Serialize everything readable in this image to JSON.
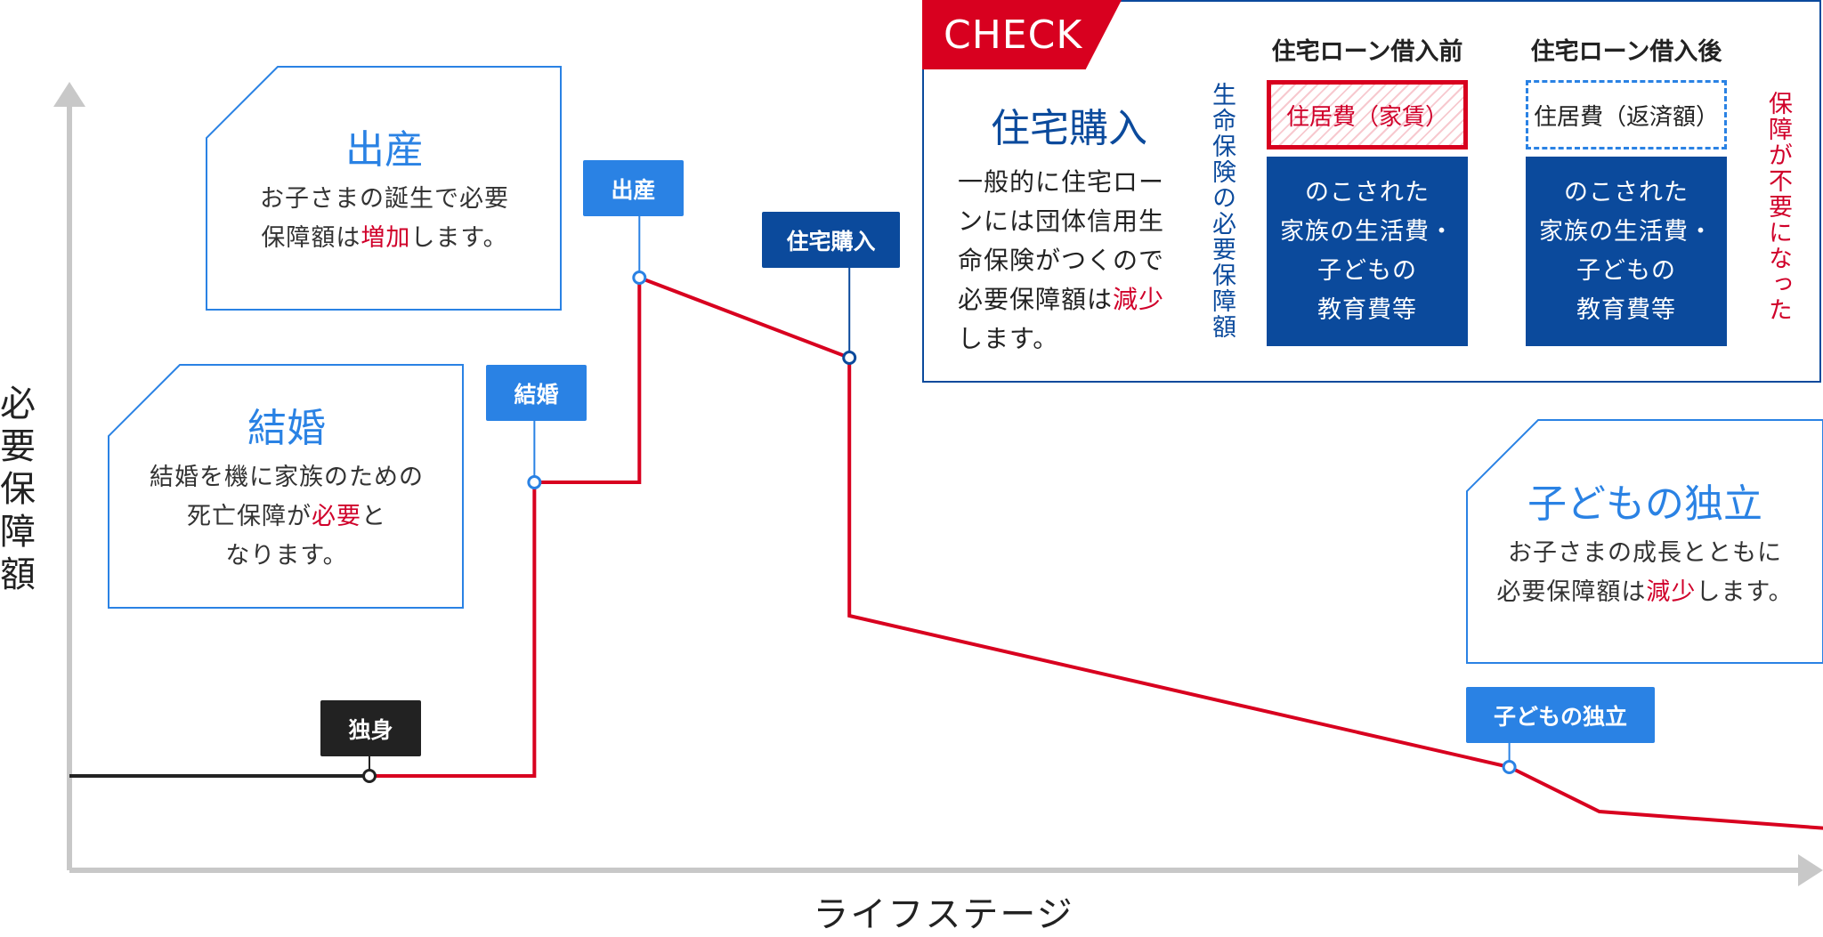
{
  "chart_data": {
    "type": "line",
    "ylabel": "必要保障額",
    "xlabel": "ライフステージ",
    "series": [
      {
        "points": [
          [
            0,
            0.0
          ],
          [
            1,
            0.0
          ],
          [
            1.55,
            0.0
          ],
          [
            1.55,
            0.33
          ],
          [
            1.9,
            0.33
          ],
          [
            1.9,
            0.56
          ],
          [
            2.6,
            0.47
          ],
          [
            2.6,
            0.18
          ],
          [
            4.8,
            0.01
          ],
          [
            5.1,
            -0.04
          ],
          [
            5.9,
            -0.06
          ]
        ]
      }
    ],
    "events": [
      {
        "label": "独身",
        "x": 1
      },
      {
        "label": "結婚",
        "x": 1.55
      },
      {
        "label": "出産",
        "x": 1.9
      },
      {
        "label": "住宅購入",
        "x": 2.6
      },
      {
        "label": "子どもの独立",
        "x": 4.8
      }
    ]
  },
  "callouts": {
    "marriage": {
      "title": "結婚",
      "body1": "結婚を機に家族のための",
      "body2a": "死亡保障が",
      "body2b": "必要",
      "body2c": "と",
      "body3": "なります。"
    },
    "birth": {
      "title": "出産",
      "body1": "お子さまの誕生で必要",
      "body2a": "保障額は",
      "body2b": "増加",
      "body2c": "します。"
    },
    "independence": {
      "title": "子どもの独立",
      "body1": "お子さまの成長とともに",
      "body2a": "必要保障額は",
      "body2b": "減少",
      "body2c": "します。"
    }
  },
  "check": {
    "label": "CHECK",
    "title": "住宅購入",
    "body1": "一般的に住宅ロー",
    "body2": "ンには団体信用生",
    "body3": "命保険がつくので",
    "body4a": "必要保障額は",
    "body4b": "減少",
    "body5": "します。",
    "before_head": "住宅ローン借入前",
    "after_head": "住宅ローン借入後",
    "side_label": "生命保険の必要保障額",
    "right_label": "保障が不要になった",
    "rent_label": "住居費（家賃）",
    "repay_label": "住居費（返済額）",
    "living_before": "のこされた\n家族の生活費・\n子どもの\n教育費等",
    "living_after": "のこされた\n家族の生活費・\n子どもの\n教育費等"
  },
  "colors": {
    "red": "#d8001f",
    "blue": "#2a82e4",
    "navy": "#0b4a9c",
    "axis": "#c8c8c8",
    "black": "#222222"
  }
}
